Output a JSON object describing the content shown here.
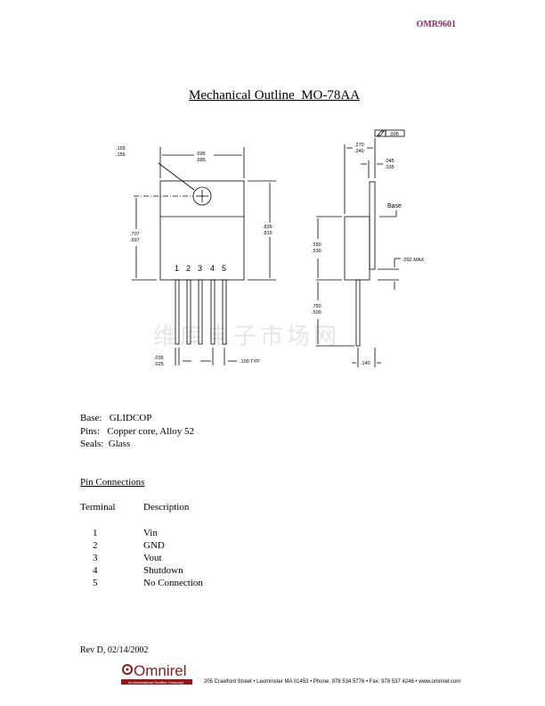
{
  "doc_id": "OMR9601",
  "title": "Mechanical Outline  MO-78AA",
  "drawing": {
    "front": {
      "hole_dia": [
        ".165",
        ".155"
      ],
      "width": [
        ".695",
        ".685"
      ],
      "hole_to_bottom": [
        ".707",
        ".697"
      ],
      "height": [
        ".835",
        ".815"
      ],
      "pin_numbers": [
        "1",
        "2",
        "3",
        "4",
        "5"
      ],
      "pin_width": [
        ".035",
        ".025"
      ],
      "pitch": ".100 TYP"
    },
    "side": {
      "flatness": ".005",
      "thickness": [
        ".270",
        ".240"
      ],
      "tab_thickness": [
        ".045",
        ".035"
      ],
      "base_label": "Base",
      "body_height": [
        ".550",
        ".530"
      ],
      "step": ".092  MAX",
      "lead_length": [
        ".750",
        ".500"
      ],
      "lead_offset": ".140"
    },
    "watermark": "维库电子市场网"
  },
  "materials": [
    {
      "label": "Base:",
      "value": "GLIDCOP"
    },
    {
      "label": "Pins:",
      "value": "Copper core, Alloy 52"
    },
    {
      "label": "Seals:",
      "value": "Glass"
    }
  ],
  "pin_connections": {
    "heading": "Pin Connections",
    "col_terminal": "Terminal",
    "col_description": "Description",
    "rows": [
      {
        "terminal": "1",
        "description": "Vin"
      },
      {
        "terminal": "2",
        "description": "GND"
      },
      {
        "terminal": "3",
        "description": "Vout"
      },
      {
        "terminal": "4",
        "description": "Shutdown"
      },
      {
        "terminal": "5",
        "description": "No Connection"
      }
    ]
  },
  "footer": {
    "rev": "Rev D, 02/14/2002",
    "logo_text": "Omnirel",
    "logo_sub": "An International Rectifier Company",
    "address": "205 Crawford Street • Leominster MA 01453 • Phone: 978 534 5776 • Fax: 978 537 4246 • www.omnirel.com"
  }
}
